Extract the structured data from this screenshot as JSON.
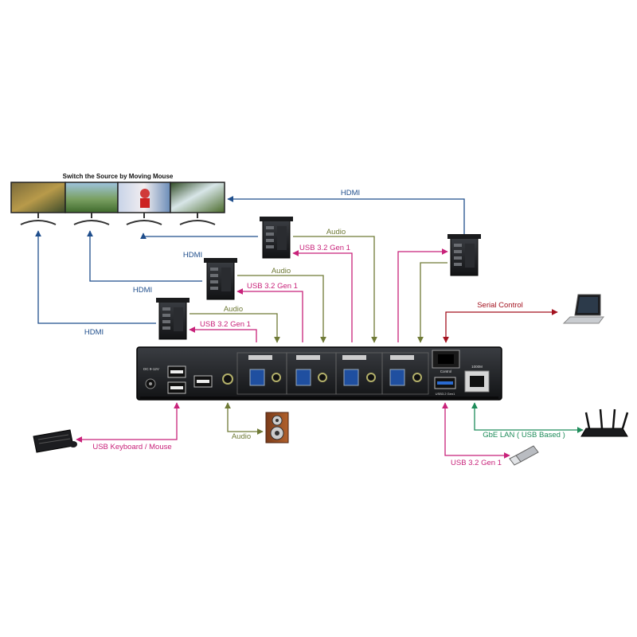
{
  "title": "Switch the Source by Moving Mouse",
  "colors": {
    "hdmi": "#1f4e8c",
    "usb": "#c8227a",
    "audio": "#6f7a36",
    "serial": "#a3121f",
    "lan": "#1e8c5a"
  },
  "labels": {
    "hdmi": "HDMI",
    "audio": "Audio",
    "usb32": "USB 3.2 Gen 1",
    "serial": "Serial Control",
    "lan": "GbE LAN ( USB Based )",
    "keyboard_mouse": "USB Keyboard / Mouse"
  },
  "device_labels": {
    "dc": "DC 9-12V",
    "control": "Control",
    "gbe": "1000M",
    "usb_hub": "USB3.2 Gen1"
  },
  "icons": [
    "monitor-icon",
    "pc-tower-icon",
    "speaker-icon",
    "laptop-icon",
    "router-icon",
    "usb-drive-icon",
    "keyboard-mouse-icon"
  ]
}
